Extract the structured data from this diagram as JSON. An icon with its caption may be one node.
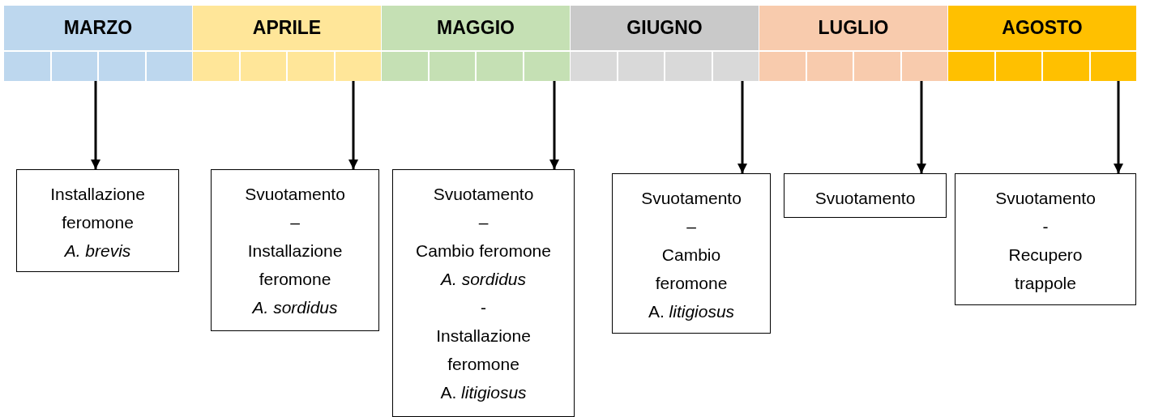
{
  "diagram": {
    "nodes": [
      {
        "text": [
          "MARZO"
        ]
      },
      {
        "text": [
          "APRILE"
        ]
      },
      {
        "text": [
          "MAGGIO"
        ]
      },
      {
        "text": [
          "GIUGNO"
        ]
      },
      {
        "text": [
          "LUGLIO"
        ]
      },
      {
        "text": [
          "AGOSTO"
        ]
      },
      {
        "text": [],
        "shape": "box"
      },
      {
        "text": [],
        "shape": "box"
      },
      {
        "text": [],
        "shape": "box"
      },
      {
        "text": [],
        "shape": "box"
      },
      {
        "text": [],
        "shape": "box"
      },
      {
        "text": [],
        "shape": "box"
      },
      {
        "text": [],
        "shape": "box"
      },
      {
        "text": [],
        "shape": "box"
      },
      {
        "text": [],
        "shape": "box"
      },
      {
        "text": [],
        "shape": "box"
      },
      {
        "text": [],
        "shape": "box"
      },
      {
        "text": [],
        "shape": "box"
      },
      {
        "text": [],
        "shape": "box"
      },
      {
        "text": [],
        "shape": "box"
      },
      {
        "text": [],
        "shape": "box"
      },
      {
        "text": [],
        "shape": "box"
      },
      {
        "text": [],
        "shape": "box"
      },
      {
        "text": [],
        "shape": "box"
      },
      {
        "text": [],
        "shape": "box"
      },
      {
        "text": [],
        "shape": "box"
      },
      {
        "text": [],
        "shape": "box"
      },
      {
        "text": [],
        "shape": "box"
      },
      {
        "text": [],
        "shape": "box"
      },
      {
        "text": [],
        "shape": "box"
      },
      {
        "text": [
          "Installazione",
          "feromone",
          "*A. brevis*"
        ]
      },
      {
        "text": [
          "Svuotamento",
          "–",
          "Installazione",
          "feromone",
          "*A. sordidus*"
        ]
      },
      {
        "text": [
          "Svuotamento",
          "–",
          "Cambio feromone",
          "*A. sordidus*",
          "-",
          "Installazione",
          "feromone",
          "A. *litigiosus*"
        ]
      },
      {
        "text": [
          "Svuotamento",
          "–",
          "Cambio",
          "feromone",
          "A. *litigiosus*"
        ]
      },
      {
        "text": [
          "Svuotamento"
        ]
      },
      {
        "text": [
          "Svuotamento",
          "-",
          "Recupero",
          "trappole"
        ]
      }
    ],
    "edges": [
      {
        "from": 7,
        "to": 30,
        "arrow": "to"
      },
      {
        "from": 13,
        "to": 31,
        "arrow": "to"
      },
      {
        "from": 17,
        "to": 32,
        "arrow": "to"
      },
      {
        "from": 21,
        "to": 33,
        "arrow": "to"
      },
      {
        "from": 25,
        "to": 34,
        "arrow": "to"
      },
      {
        "from": 29,
        "to": 35,
        "arrow": "to"
      }
    ]
  }
}
